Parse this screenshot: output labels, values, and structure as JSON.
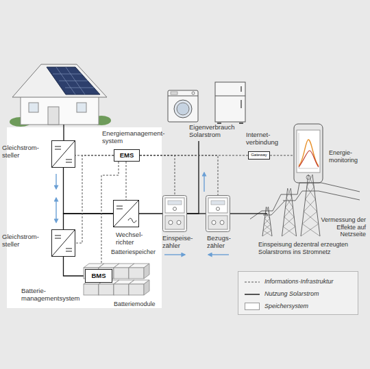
{
  "diagram": {
    "nodes": [
      {
        "text": [
          "Gleichstrom- steller"
        ]
      },
      {
        "text": [
          "Energiemanagement- system",
          "EMS"
        ]
      },
      {
        "text": [
          "Eigenverbrauch Solarstrom"
        ]
      },
      {
        "text": [
          "Internet- verbindung",
          "Gateway"
        ]
      },
      {
        "text": [
          "Energie- monitoring"
        ]
      },
      {
        "text": [
          "Wechsel- richter"
        ]
      },
      {
        "text": [
          "Gleichstrom- steller"
        ]
      },
      {
        "text": [
          "Einspeise- zähler"
        ]
      },
      {
        "text": [
          "Bezugs- zähler"
        ]
      },
      {
        "text": [
          "Einspeisung dezentral erzeugten Solarstroms ins Stromnetz"
        ]
      },
      {
        "text": [
          "Batteriespeicher",
          "Batteriemodule"
        ]
      },
      {
        "text": [
          "BMS",
          "Batterie- managementsystem"
        ],
        "in": 10
      }
    ],
    "edges": [
      {
        "from": 0,
        "to": 5,
        "arrow": "none"
      },
      {
        "from": 6,
        "to": 5,
        "arrow": "none"
      },
      {
        "from": 6,
        "to": 11,
        "arrow": "none"
      },
      {
        "from": 5,
        "to": 7,
        "arrow": "none"
      },
      {
        "from": 7,
        "to": 8,
        "arrow": "none"
      },
      {
        "from": 8,
        "to": 9,
        "arrow": "none"
      },
      {
        "from": 2,
        "to": 7,
        "arrow": "none"
      },
      {
        "from": 1,
        "to": 0,
        "arrow": "none"
      },
      {
        "from": 1,
        "to": 5,
        "arrow": "none"
      },
      {
        "from": 1,
        "to": 11,
        "arrow": "none"
      },
      {
        "from": 1,
        "to": 6,
        "arrow": "none"
      },
      {
        "from": 1,
        "to": 7,
        "arrow": "none"
      },
      {
        "from": 1,
        "to": 8,
        "arrow": "none"
      },
      {
        "from": 1,
        "to": 3,
        "arrow": "none"
      },
      {
        "from": 3,
        "to": 4,
        "arrow": "none"
      }
    ],
    "labels": [
      "Vermessung der Effekte auf Netzseite"
    ],
    "legend": [
      {
        "text": "Informations-Infrastruktur"
      },
      {
        "text": "Nutzung Solarstrom"
      },
      {
        "text": "Speichersystem",
        "color": "#ffffff"
      }
    ]
  }
}
